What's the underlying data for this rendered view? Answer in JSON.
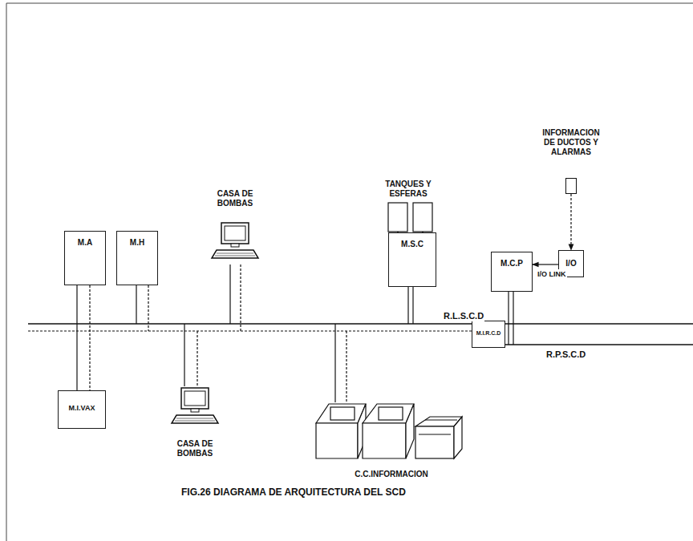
{
  "diagram": {
    "caption": "FIG.26 DIAGRAMA DE ARQUITECTURA DEL SCD",
    "nodes": [
      {
        "text": [
          "M.A"
        ]
      },
      {
        "text": [
          "M.H"
        ]
      },
      {
        "text": [
          "CASA DE BOMBAS"
        ]
      },
      {
        "text": [
          "TANQUES Y ESFERAS"
        ]
      },
      {
        "text": [
          "M.S.C"
        ]
      },
      {
        "text": [
          "INFORMACION DE DUCTOS Y ALARMAS"
        ]
      },
      {
        "text": [
          "I/O"
        ]
      },
      {
        "text": [
          "M.C.P"
        ]
      },
      {
        "text": [
          "M.I.R.C.D"
        ]
      },
      {
        "text": [
          "M.I.VAX"
        ]
      },
      {
        "text": [
          "CASA DE BOMBAS"
        ]
      },
      {
        "text": [
          "C.C.INFORMACION"
        ]
      }
    ],
    "edges": [
      {
        "from": 0,
        "to": 9,
        "arrow": "none"
      },
      {
        "from": 3,
        "to": 4,
        "arrow": "to"
      },
      {
        "from": 5,
        "to": 6,
        "arrow": "to"
      },
      {
        "from": 6,
        "to": 7,
        "label": "I/O LINK",
        "arrow": "to"
      }
    ],
    "labels": [
      "R.L.S.C.D",
      "R.P.S.C.D"
    ]
  }
}
